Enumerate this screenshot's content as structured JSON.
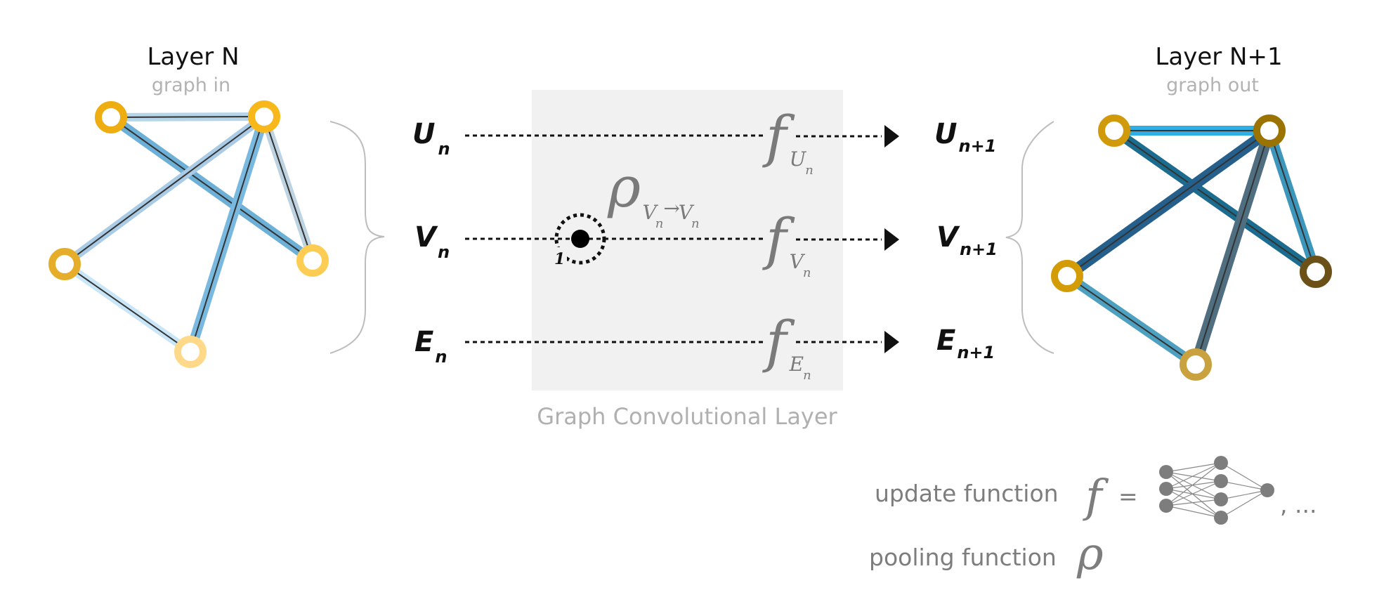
{
  "left_graph": {
    "title": "Layer N",
    "subtitle": "graph in",
    "node_colors": [
      "#eead10",
      "#f8b71a",
      "#e5ad2a",
      "#ffd98a",
      "#fdcd53"
    ],
    "edge_colors": {
      "e01": "#b5d5e9",
      "e04": "#6db0d7",
      "e12": "#a9cbe5",
      "e13": "#7ab9df",
      "e14": "#bed3e1",
      "e23": "#c8e6f7"
    }
  },
  "right_graph": {
    "title": "Layer N+1",
    "subtitle": "graph out",
    "node_colors": [
      "#d09a0a",
      "#9a7300",
      "#d39b06",
      "#c9a23f",
      "#6b5117"
    ],
    "edge_colors": {
      "e01": "#2eaee3",
      "e04": "#1b6c8e",
      "e12": "#255f8b",
      "e13": "#4f6f80",
      "e14": "#3d96bb",
      "e23": "#4da0c0"
    }
  },
  "inputs": [
    {
      "symbol": "U",
      "sub": "n"
    },
    {
      "symbol": "V",
      "sub": "n"
    },
    {
      "symbol": "E",
      "sub": "n"
    }
  ],
  "outputs": [
    {
      "symbol": "U",
      "sub": "n+1"
    },
    {
      "symbol": "V",
      "sub": "n+1"
    },
    {
      "symbol": "E",
      "sub": "n+1"
    }
  ],
  "update_functions": [
    {
      "symbol": "f",
      "sub": "U",
      "subsub": "n"
    },
    {
      "symbol": "f",
      "sub": "V",
      "subsub": "n"
    },
    {
      "symbol": "f",
      "sub": "E",
      "subsub": "n"
    }
  ],
  "pooling": {
    "symbol": "ρ",
    "sub_from": "V",
    "sub_to": "V",
    "subsub": "n",
    "arrow": "→",
    "neighborhood_label": "1"
  },
  "layer_box": {
    "label": "Graph Convolutional Layer",
    "color": "#f1f1f1"
  },
  "legend": {
    "update_label": "update function",
    "update_symbol": "f",
    "equals": "=",
    "ellipsis": ", ...",
    "pooling_label": "pooling function",
    "pooling_symbol": "ρ",
    "mlp_layers": [
      3,
      4,
      1
    ]
  }
}
